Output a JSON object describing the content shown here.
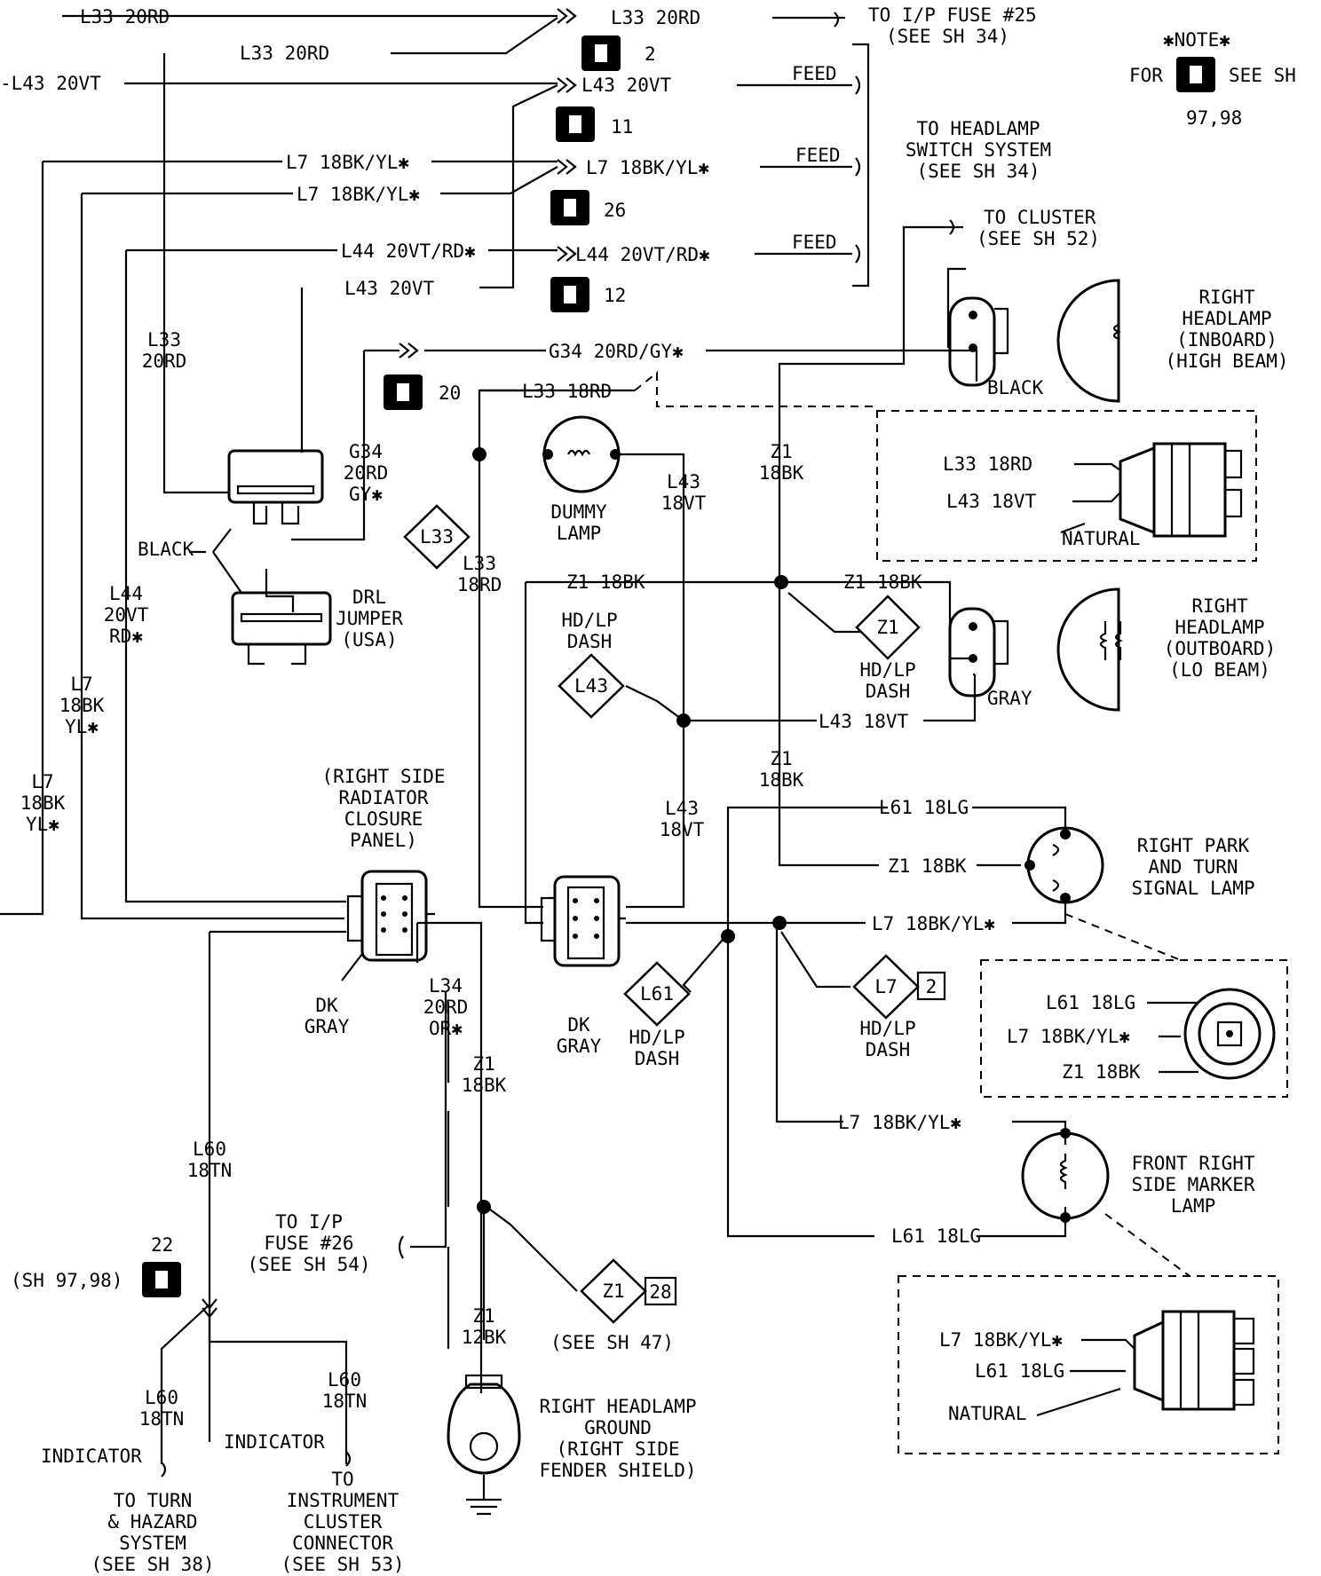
{
  "wires": {
    "l33_20rd_top": "L33 20RD",
    "l33_20rd_second": "L33 20RD",
    "l33_20rd_right": "L33 20RD",
    "l43_20vt_left": "-L43 20VT",
    "l43_20vt_right": "L43 20VT",
    "l43_20vt_lower": "L43 20VT",
    "l7_18bkyl_a": "L7 18BK/YL✱",
    "l7_18bkyl_b": "L7 18BK/YL✱",
    "l7_18bkyl_right": "L7 18BK/YL✱",
    "l44_20vtrd_left": "L44 20VT/RD✱",
    "l44_20vtrd_right": "L44 20VT/RD✱",
    "g34_20rdgy": "G34 20RD/GY✱",
    "l33_18rd": "L33 18RD",
    "l33_18rd_inset": "L33 18RD",
    "l43_18vt_inset": "L43 18VT",
    "z1_18bk_mid": "Z1 18BK",
    "z1_18bk_right": "Z1 18BK",
    "l43_18vt_mid": "L43 18VT",
    "l61_18lg_top": "L61 18LG",
    "z1_18bk_park": "Z1 18BK",
    "l7_18bkyl_park": "L7 18BK/YL✱",
    "l61_18lg_inset": "L61 18LG",
    "l7_18bkyl_inset": "L7 18BK/YL✱",
    "z1_18bk_inset": "Z1 18BK",
    "l7_18bkyl_marker": "L7 18BK/YL✱",
    "l61_18lg_marker": "L61 18LG",
    "l7_18bkyl_inset2": "L7 18BK/YL✱",
    "l61_18lg_inset2": "L61 18LG"
  },
  "stacked_labels": {
    "l33_20rd_v": [
      "L33",
      "20RD"
    ],
    "g34_v": [
      "G34",
      "20RD",
      "GY✱"
    ],
    "l44_v": [
      "L44",
      "20VT",
      "RD✱"
    ],
    "l7_v1": [
      "L7",
      "18BK",
      "YL✱"
    ],
    "l7_v2": [
      "L7",
      "18BK",
      "YL✱"
    ],
    "l43_18vt_v1": [
      "L43",
      "18VT"
    ],
    "z1_18bk_v1": [
      "Z1",
      "18BK"
    ],
    "l33_18rd_v": [
      "L33",
      "18RD"
    ],
    "z1_18bk_v2": [
      "Z1",
      "18BK"
    ],
    "l43_18vt_v2": [
      "L43",
      "18VT"
    ],
    "l34_v": [
      "L34",
      "20RD",
      "OR✱"
    ],
    "z1_18bk_v3": [
      "Z1",
      "18BK"
    ],
    "l60_v1": [
      "L60",
      "18TN"
    ],
    "z1_12bk_v": [
      "Z1",
      "12BK"
    ],
    "l60_v2": [
      "L60",
      "18TN"
    ],
    "l60_v3": [
      "L60",
      "18TN"
    ]
  },
  "connector_numbers": {
    "c2": "2",
    "c11": "11",
    "c26": "26",
    "c12": "12",
    "c20": "20",
    "c22": "22"
  },
  "splices": {
    "l33": "L33",
    "l43": "L43",
    "z1_a": "Z1",
    "l61": "L61",
    "l7": "L7",
    "l7_ref": "2",
    "z1_b": "Z1",
    "z1_b_ref": "28"
  },
  "labels": {
    "to_ip_fuse25": [
      "TO I/P FUSE #25",
      "(SEE SH 34)"
    ],
    "feed_1": "FEED",
    "feed_2": "FEED",
    "feed_3": "FEED",
    "note": "✱NOTE✱",
    "note_for": "FOR",
    "note_see_sh": "SEE SH",
    "note_pages": "97,98",
    "to_headlamp_switch": [
      "TO HEADLAMP",
      "SWITCH SYSTEM",
      "(SEE SH 34)"
    ],
    "to_cluster": [
      "TO CLUSTER",
      "(SEE SH 52)"
    ],
    "right_headlamp_inboard": [
      "RIGHT",
      "HEADLAMP",
      "(INBOARD)",
      "(HIGH BEAM)"
    ],
    "black_conn": "BLACK",
    "natural_1": "NATURAL",
    "black_drl": "BLACK",
    "dummy_lamp": [
      "DUMMY",
      "LAMP"
    ],
    "drl_jumper": [
      "DRL",
      "JUMPER",
      "(USA)"
    ],
    "hdlp_dash_1": [
      "HD/LP",
      "DASH"
    ],
    "hdlp_dash_2": [
      "HD/LP",
      "DASH"
    ],
    "gray_conn": "GRAY",
    "right_headlamp_outboard": [
      "RIGHT",
      "HEADLAMP",
      "(OUTBOARD)",
      "(LO BEAM)"
    ],
    "radiator_panel": [
      "(RIGHT SIDE",
      "RADIATOR",
      "CLOSURE",
      "PANEL)"
    ],
    "right_park_turn": [
      "RIGHT PARK",
      "AND TURN",
      "SIGNAL LAMP"
    ],
    "dk_gray_1": [
      "DK",
      "GRAY"
    ],
    "dk_gray_2": [
      "DK",
      "GRAY"
    ],
    "hdlp_dash_3": [
      "HD/LP",
      "DASH"
    ],
    "hdlp_dash_4": [
      "HD/LP",
      "DASH"
    ],
    "front_right_marker": [
      "FRONT RIGHT",
      "SIDE MARKER",
      "LAMP"
    ],
    "to_ip_fuse26": [
      "TO I/P",
      "FUSE #26",
      "(SEE SH 54)"
    ],
    "sh_97_98": "(SH 97,98)",
    "see_sh_47": "(SEE SH 47)",
    "natural_2": "NATURAL",
    "right_headlamp_ground": [
      "RIGHT HEADLAMP",
      "GROUND",
      "(RIGHT SIDE",
      "FENDER SHIELD)"
    ],
    "indicator_1": "INDICATOR",
    "indicator_2": "INDICATOR",
    "to_turn_hazard": [
      "TO TURN",
      "& HAZARD",
      "SYSTEM",
      "(SEE SH 38)"
    ],
    "to_instrument_cluster": [
      "TO",
      "INSTRUMENT",
      "CLUSTER",
      "CONNECTOR",
      "(SEE SH 53)"
    ]
  }
}
